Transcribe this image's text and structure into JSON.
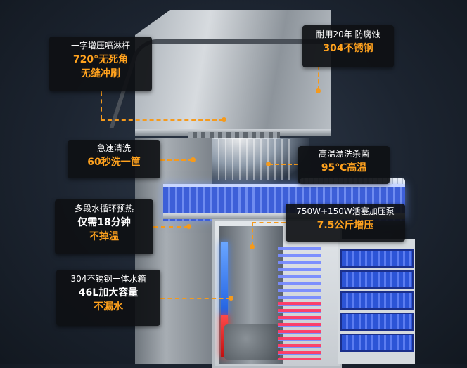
{
  "callouts": [
    {
      "id": "spray-arm",
      "lines": [
        "一字增压喷淋杆",
        "720°无死角",
        "无缝冲刷"
      ]
    },
    {
      "id": "durable",
      "lines": [
        "耐用20年 防腐蚀",
        "304不锈钢"
      ]
    },
    {
      "id": "fast-wash",
      "lines": [
        "急速清洗",
        "60秒洗一筐"
      ]
    },
    {
      "id": "high-temp",
      "lines": [
        "高温漂洗杀菌",
        "95℃高温"
      ]
    },
    {
      "id": "heating",
      "lines": [
        "多段水循环预热",
        "仅需18分钟",
        "不掉温"
      ]
    },
    {
      "id": "pump",
      "lines": [
        "750W+150W活塞加压泵",
        "7.5公斤增压"
      ]
    },
    {
      "id": "tank",
      "lines": [
        "304不锈钢一体水箱",
        "46L加大容量",
        "不漏水"
      ]
    }
  ],
  "colors": {
    "accent": "#ffa21e",
    "callout_bg": "#0e1014"
  }
}
